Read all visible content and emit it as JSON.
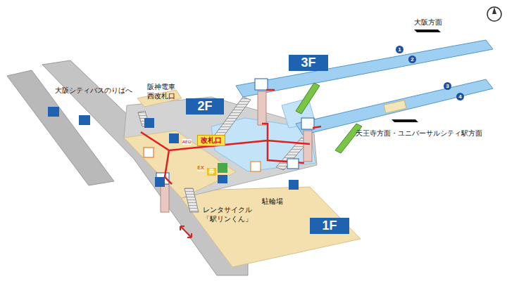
{
  "diagram": {
    "nodes": [
      {
        "text": [
          "3F"
        ]
      },
      {
        "text": [
          "2F"
        ]
      },
      {
        "text": [
          "1F"
        ]
      },
      {
        "text": [
          "改札口"
        ]
      },
      {
        "text": [
          "1"
        ]
      },
      {
        "text": [
          "2"
        ]
      },
      {
        "text": [
          "3"
        ]
      },
      {
        "text": [
          "4"
        ]
      }
    ],
    "labels": [
      "大阪方面",
      "阪神電車 西改札口",
      "大阪シティバスのりばへ",
      "天王寺方面・ユニバーサルシティ駅方面",
      "レンタサイクル 「駅リンくん」",
      "駐輪場",
      "AED",
      "券",
      "EX"
    ]
  }
}
